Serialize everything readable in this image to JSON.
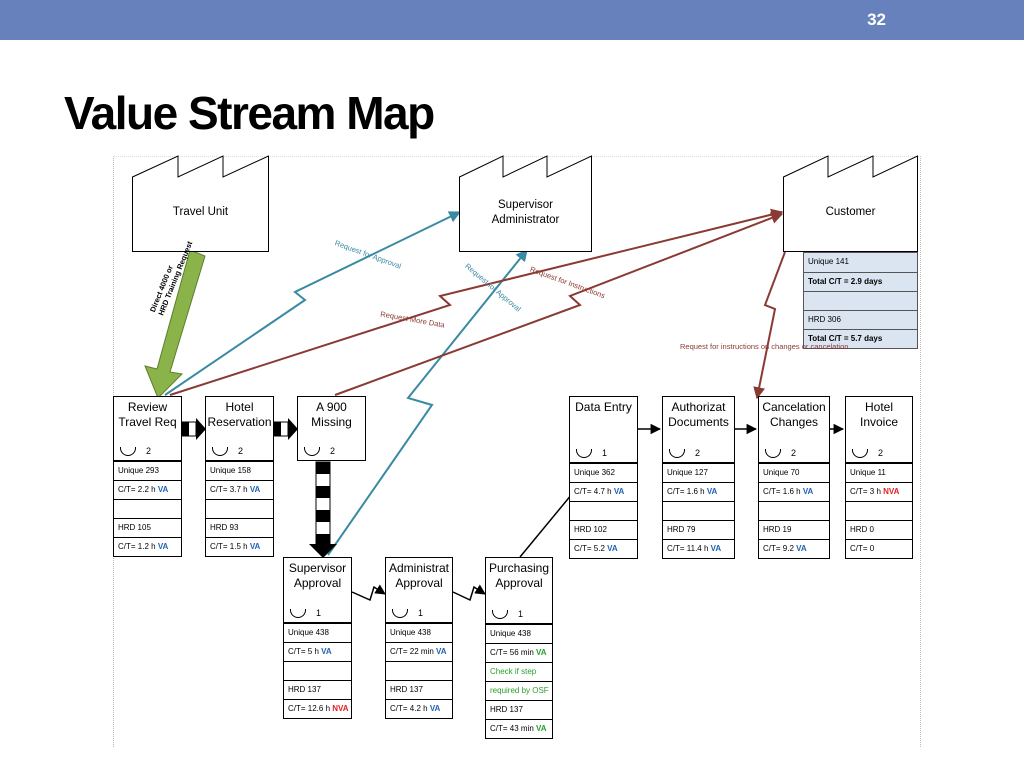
{
  "slide": {
    "number": "32",
    "title": "Value Stream Map"
  },
  "colors": {
    "header": "#6681bb",
    "approval_line": "#3a8aa3",
    "instruction_line": "#8b3a33",
    "push_arrow": "#8ab34a",
    "va": "#1f64b3",
    "nva": "#e02020",
    "note": "#2aa02a"
  },
  "external": {
    "travel_unit": "Travel Unit",
    "supervisor_admin": [
      "Supervisor",
      "Administrator"
    ],
    "customer": "Customer"
  },
  "customer_table": {
    "unique": "Unique  141",
    "total_ct1": "Total C/T = 2.9 days",
    "hrd": "HRD 306",
    "total_ct2": "Total C/T = 5.7 days"
  },
  "flow_labels": {
    "push": [
      "Direct 4000 or",
      "HRD Training Request"
    ],
    "request_approval": "Request for Approval",
    "request_approval_2": "Request for Approval",
    "request_instructions": "Request for Instructions",
    "request_more_data": "Request More Data",
    "request_changes": "Request for instructions on changes or cancelation"
  },
  "processes": [
    {
      "id": "review",
      "title": [
        "Review",
        "Travel Req"
      ],
      "operators": "2",
      "unique": "Unique  293",
      "ct": "C/T= 2.2 h",
      "ct_tag": "VA",
      "hrd": "HRD 105",
      "ct2": "C/T= 1.2 h",
      "ct2_tag": "VA"
    },
    {
      "id": "hotel-res",
      "title": [
        "Hotel",
        "Reservation"
      ],
      "operators": "2",
      "unique": "Unique  158",
      "ct": "C/T= 3.7 h",
      "ct_tag": "VA",
      "hrd": "HRD 93",
      "ct2": "C/T= 1.5 h",
      "ct2_tag": "VA"
    },
    {
      "id": "a900",
      "title": [
        "A 900",
        "Missing"
      ],
      "operators": "2"
    },
    {
      "id": "data-entry",
      "title": [
        "Data Entry",
        ""
      ],
      "operators": "1",
      "unique": "Unique  362",
      "ct": "C/T= 4.7 h",
      "ct_tag": "VA",
      "hrd": "HRD 102",
      "ct2": "C/T= 5.2",
      "ct2_tag": "VA"
    },
    {
      "id": "authorizat",
      "title": [
        "Authorizat",
        "Documents"
      ],
      "operators": "2",
      "unique": "Unique  127",
      "ct": "C/T= 1.6 h",
      "ct_tag": "VA",
      "hrd": "HRD 79",
      "ct2": "C/T= 11.4 h",
      "ct2_tag": "VA"
    },
    {
      "id": "cancelation",
      "title": [
        "Cancelation",
        "Changes"
      ],
      "operators": "2",
      "unique": "Unique  70",
      "ct": "C/T= 1.6 h",
      "ct_tag": "VA",
      "hrd": "HRD 19",
      "ct2": "C/T= 9.2",
      "ct2_tag": "VA"
    },
    {
      "id": "hotel-inv",
      "title": [
        "Hotel",
        "Invoice"
      ],
      "operators": "2",
      "unique": "Unique  11",
      "ct": "C/T= 3 h",
      "ct_tag": "NVA",
      "hrd": "HRD 0",
      "ct2": "C/T= 0",
      "ct2_tag": ""
    },
    {
      "id": "sup-approval",
      "title": [
        "Supervisor",
        "Approval"
      ],
      "operators": "1",
      "unique": "Unique  438",
      "ct": "C/T= 5 h",
      "ct_tag": "VA",
      "hrd": "HRD 137",
      "ct2": "C/T= 12.6 h",
      "ct2_tag": "NVA"
    },
    {
      "id": "adm-approval",
      "title": [
        "Administrat",
        "Approval"
      ],
      "operators": "1",
      "unique": "Unique  438",
      "ct": "C/T= 22 min",
      "ct_tag": "VA",
      "hrd": "HRD 137",
      "ct2": "C/T= 4.2 h",
      "ct2_tag": "VA"
    },
    {
      "id": "pur-approval",
      "title": [
        "Purchasing",
        "Approval"
      ],
      "operators": "1",
      "unique": "Unique  438",
      "ct": "C/T= 56 min",
      "ct_tag": "VA",
      "note1": "Check if step",
      "note2": "required by OSF",
      "hrd": "HRD 137",
      "ct2": "C/T= 43 min",
      "ct2_tag": "VA"
    }
  ]
}
